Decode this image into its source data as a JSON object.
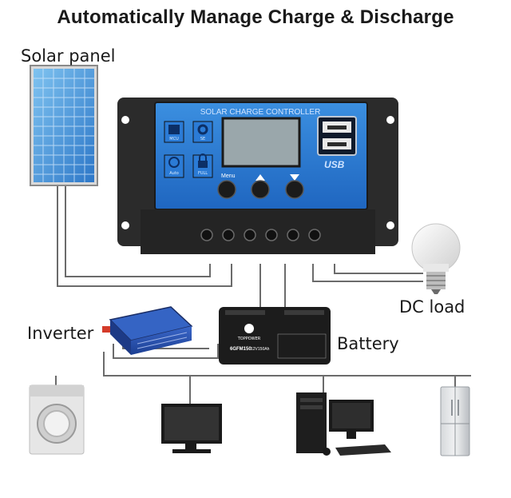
{
  "title": "Automatically Manage Charge & Discharge",
  "labels": {
    "solar_panel": "Solar panel",
    "dc_load": "DC load",
    "inverter": "Inverter",
    "battery": "Battery"
  },
  "controller": {
    "header": "SOLAR CHARGE CONTROLLER",
    "usb": "USB",
    "menu_button": "Menu",
    "icons": [
      {
        "name": "mcu-control-icon",
        "text": "MCU control"
      },
      {
        "name": "gear-icon",
        "text": "SE setting"
      },
      {
        "name": "clock-icon",
        "text": "Auto on timer"
      },
      {
        "name": "lock-icon",
        "text": "FULL protect"
      }
    ]
  },
  "battery": {
    "brand": "TOPPOWER",
    "model": "6GFM150",
    "spec": "12V150Ah"
  },
  "appliances": [
    "washing-machine-icon",
    "monitor-icon",
    "desktop-computer-icon",
    "refrigerator-icon"
  ]
}
